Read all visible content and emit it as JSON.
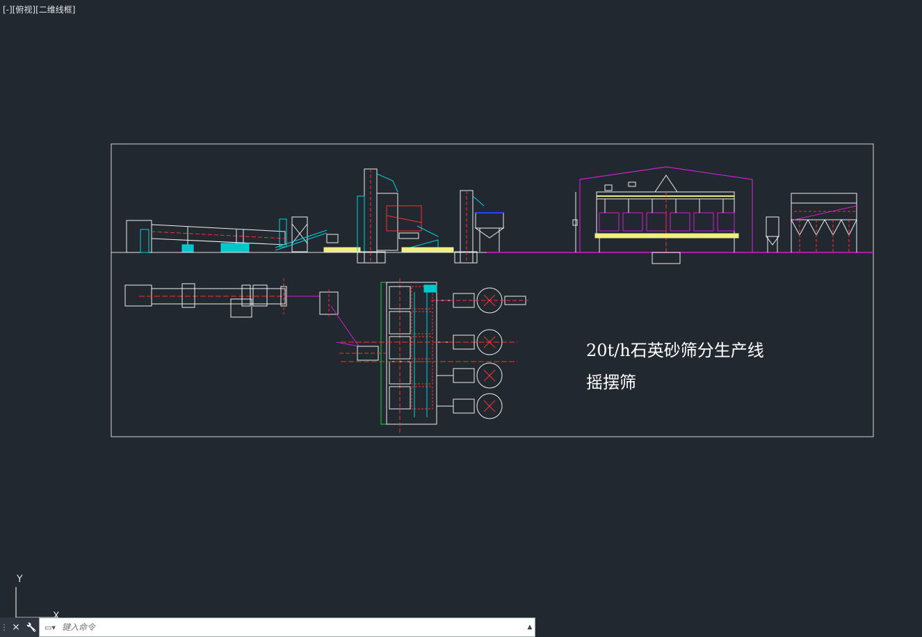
{
  "viewport": {
    "controls": "[-]",
    "view": "[俯视]",
    "style": "[二维线框]"
  },
  "drawing": {
    "title_line1": "20t/h石英砂筛分生产线",
    "title_line2": "摇摆筛"
  },
  "ucs": {
    "y_label": "Y",
    "x_label": "X"
  },
  "command": {
    "placeholder": "键入命令",
    "close_glyph": "×",
    "settings_glyph": "🔧",
    "prompt_glyph": "▭▾",
    "up_glyph": "▲"
  },
  "colors": {
    "background": "#212830",
    "frame": "#d8d8d8",
    "white": "#f0f0f0",
    "red": "#ff3030",
    "cyan": "#00d8e0",
    "magenta": "#d020d0",
    "yellow": "#f0f080",
    "green": "#20d040",
    "blue": "#3040ff"
  }
}
